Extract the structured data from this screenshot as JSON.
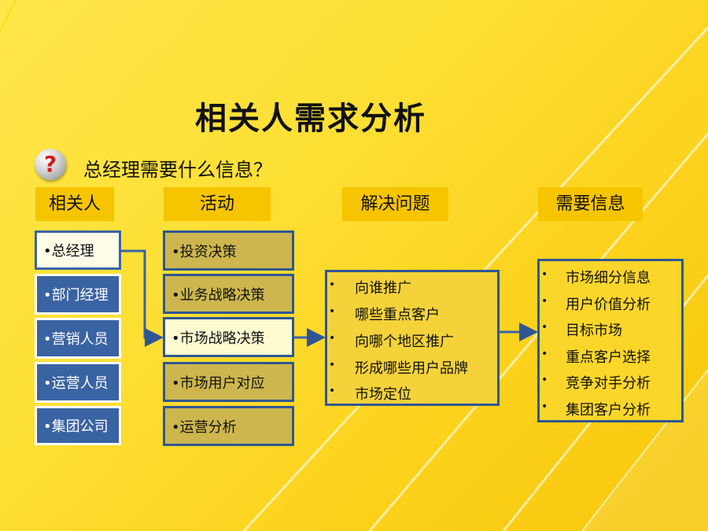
{
  "title": "相关人需求分析",
  "question": "总经理需要什么信息？",
  "question_icon": "question-mark-icon",
  "columns": {
    "people": "相关人",
    "activities": "活动",
    "problems": "解决问题",
    "info": "需要信息"
  },
  "people": [
    "•总经理",
    "•部门经理",
    "•营销人员",
    "•运营人员",
    "•集团公司"
  ],
  "activities": [
    "•投资决策",
    "•业务战略决策",
    "•市场战略决策",
    "•市场用户对应",
    "•运营分析"
  ],
  "problems": [
    "向谁推广",
    "哪些重点客户",
    "向哪个地区推广",
    "形成哪些用户品牌",
    "市场定位"
  ],
  "needed_info": [
    "市场细分信息",
    "用户价值分析",
    "目标市场",
    "重点客户选择",
    "竞争对手分析",
    "集团客户分析"
  ],
  "colors": {
    "highlight_border": "#2f5694",
    "person_box": "#3a63a3",
    "activity_box": "#cdb64d",
    "header": "#f7c400"
  }
}
